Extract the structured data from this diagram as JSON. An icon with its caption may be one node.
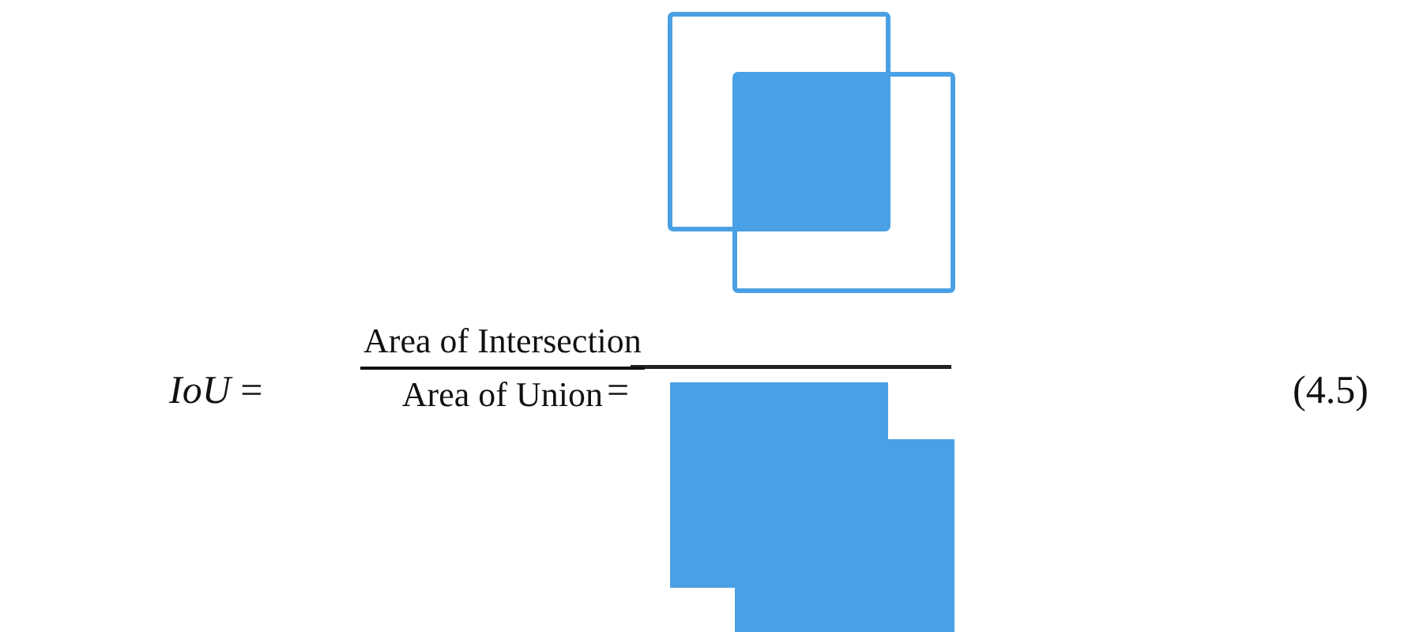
{
  "diagram": {
    "labels": [
      "*IoU* =",
      "Area of Intersection",
      "Area of Union",
      "=",
      "(4.5)"
    ]
  }
}
